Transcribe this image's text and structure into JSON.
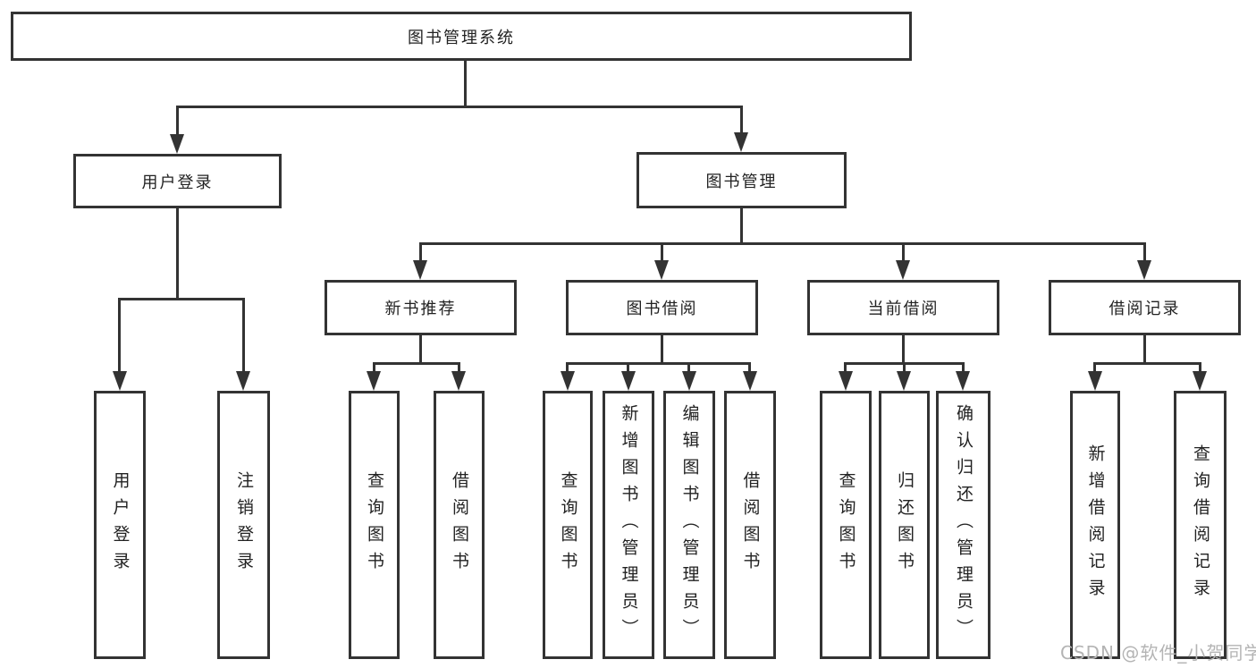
{
  "colors": {
    "line": "#333333",
    "text": "#222222",
    "watermark": "#b4b4b4",
    "background": "#ffffff"
  },
  "watermark": "CSDN @软件_小贺同学",
  "tree": {
    "root": {
      "label": "图书管理系统"
    },
    "branches": [
      {
        "label": "用户登录",
        "children": [
          {
            "label": "用户登录"
          },
          {
            "label": "注销登录"
          }
        ]
      },
      {
        "label": "图书管理",
        "children": [
          {
            "label": "新书推荐",
            "children": [
              {
                "label": "查询图书"
              },
              {
                "label": "借阅图书"
              }
            ]
          },
          {
            "label": "图书借阅",
            "children": [
              {
                "label": "查询图书"
              },
              {
                "label": "新增图书（管理员）"
              },
              {
                "label": "编辑图书（管理员）"
              },
              {
                "label": "借阅图书"
              }
            ]
          },
          {
            "label": "当前借阅",
            "children": [
              {
                "label": "查询图书"
              },
              {
                "label": "归还图书"
              },
              {
                "label": "确认归还（管理员）"
              }
            ]
          },
          {
            "label": "借阅记录",
            "children": [
              {
                "label": "新增借阅记录"
              },
              {
                "label": "查询借阅记录"
              }
            ]
          }
        ]
      }
    ]
  }
}
